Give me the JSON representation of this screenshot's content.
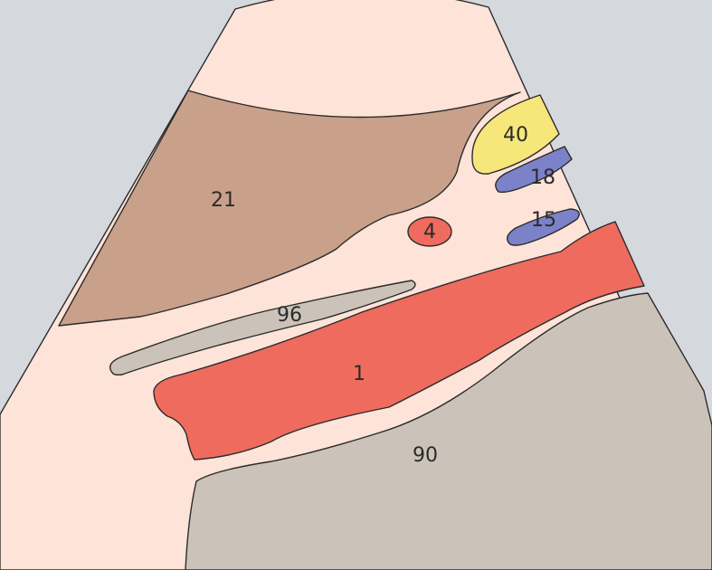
{
  "diagram": {
    "labels": {
      "l21": "21",
      "l40": "40",
      "l18": "18",
      "l4": "4",
      "l15": "15",
      "l96": "96",
      "l1": "1",
      "l90": "90"
    },
    "colors": {
      "background": "#d5d8dd",
      "field": "#fde3d8",
      "brown_region": "#c9a08a",
      "yellow_region": "#f7e67a",
      "blue_region": "#7b82c8",
      "red_region": "#ef6b5e",
      "gray_region": "#cbc3b9",
      "outline": "#2b2b2b"
    }
  }
}
